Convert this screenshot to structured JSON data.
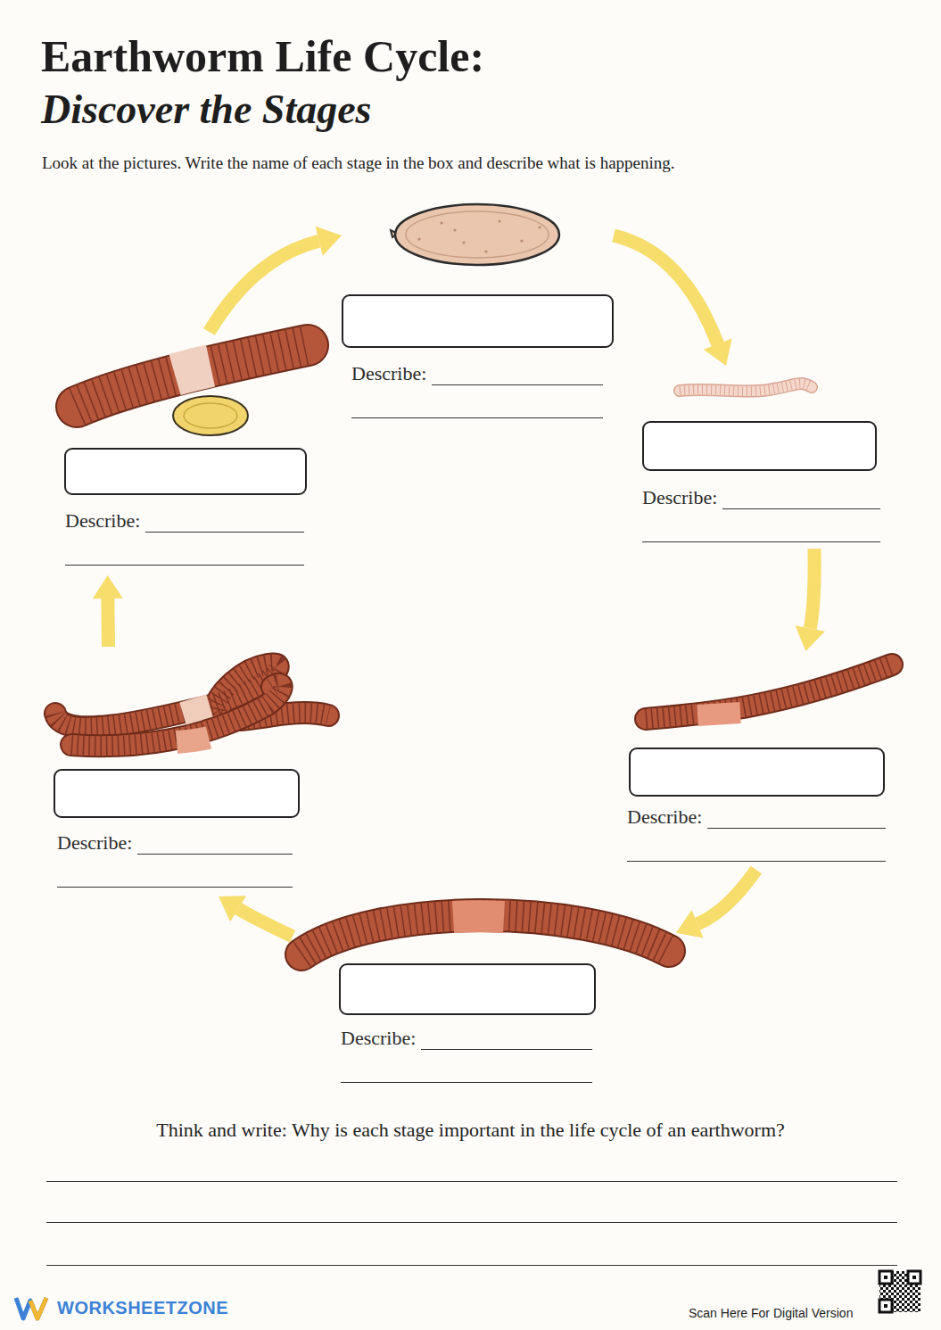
{
  "diagram": {
    "title": "Earthworm Life Cycle:",
    "nodes": [
      {
        "text": [
          "Describe:"
        ]
      },
      {
        "text": [
          "Describe:"
        ]
      },
      {
        "text": [
          "Describe:"
        ]
      },
      {
        "text": [
          "Describe:"
        ]
      },
      {
        "text": [
          "Describe:"
        ]
      },
      {
        "text": [
          "Describe:"
        ]
      }
    ],
    "edges": [
      {
        "from": 0,
        "to": 1,
        "arrow": "to"
      },
      {
        "from": 1,
        "to": 2,
        "arrow": "to"
      },
      {
        "from": 2,
        "to": 3,
        "arrow": "to"
      },
      {
        "from": 3,
        "to": 4,
        "arrow": "to"
      },
      {
        "from": 4,
        "to": 5,
        "arrow": "to"
      },
      {
        "from": 5,
        "to": 0,
        "arrow": "to"
      }
    ],
    "labels": [
      "Discover the Stages",
      "Look at the pictures. Write the name of each stage in the box and describe what is happening.",
      "Think and write: Why is each stage important in the life cycle of an earthworm?",
      "WORKSHEETZONE",
      "Scan Here For Digital Version"
    ]
  }
}
